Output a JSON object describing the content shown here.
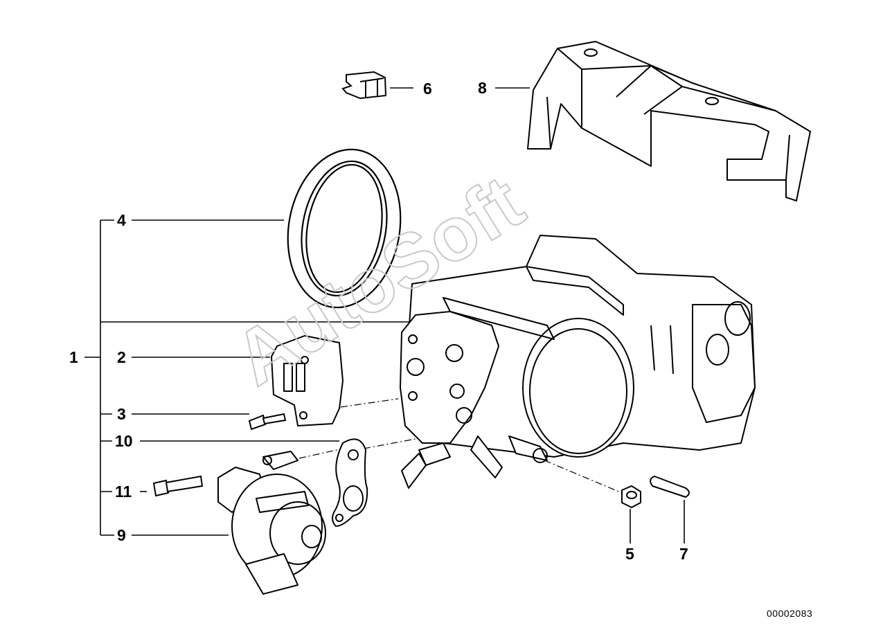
{
  "diagram": {
    "callouts": {
      "c1": "1",
      "c2": "2",
      "c3": "3",
      "c4": "4",
      "c5": "5",
      "c6": "6",
      "c7": "7",
      "c8": "8",
      "c9": "9",
      "c10": "10",
      "c11": "11"
    },
    "document_number": "00002083",
    "watermark": "AutoSoft"
  }
}
